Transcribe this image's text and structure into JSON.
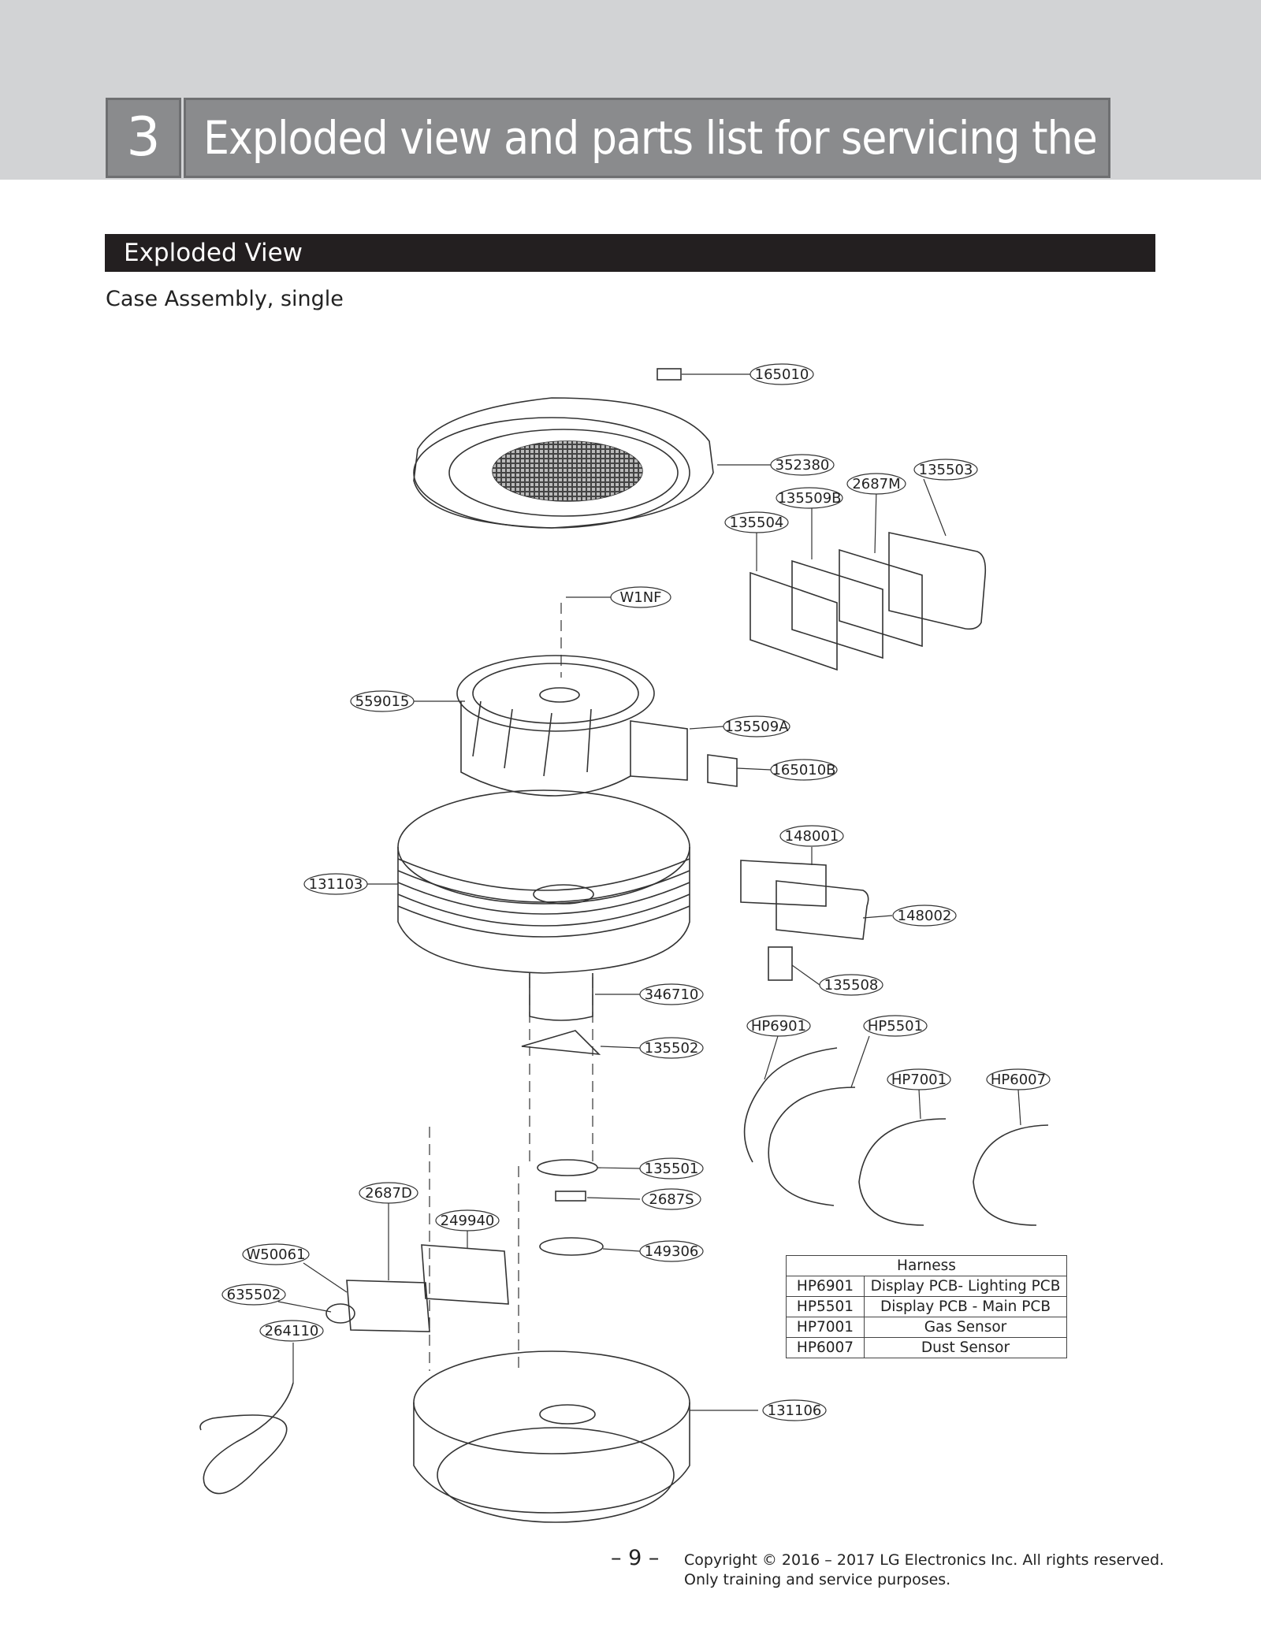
{
  "header": {
    "chapter_number": "3",
    "chapter_title": "Exploded view and parts list for servicing the product"
  },
  "section": {
    "title": "Exploded View",
    "subtitle": "Case Assembly, single"
  },
  "callouts": {
    "c165010": "165010",
    "c352380": "352380",
    "c135503": "135503",
    "c2687M": "2687M",
    "c135509B": "135509B",
    "c135504": "135504",
    "cW1NF": "W1NF",
    "c559015": "559015",
    "c135509A": "135509A",
    "c165010B": "165010B",
    "c148001": "148001",
    "c131103": "131103",
    "c148002": "148002",
    "c135508": "135508",
    "c346710": "346710",
    "cHP6901": "HP6901",
    "cHP5501": "HP5501",
    "c135502": "135502",
    "cHP7001": "HP7001",
    "cHP6007": "HP6007",
    "c135501": "135501",
    "c2687D": "2687D",
    "c2687S": "2687S",
    "c249940": "249940",
    "c149306": "149306",
    "cW50061": "W50061",
    "c635502": "635502",
    "c264110": "264110",
    "c131106": "131106"
  },
  "harness_table": {
    "title": "Harness",
    "rows": [
      {
        "code": "HP6901",
        "desc": "Display PCB- Lighting PCB"
      },
      {
        "code": "HP5501",
        "desc": "Display PCB - Main PCB"
      },
      {
        "code": "HP7001",
        "desc": "Gas Sensor"
      },
      {
        "code": "HP6007",
        "desc": "Dust Sensor"
      }
    ]
  },
  "footer": {
    "page_number": "– 9 –",
    "copyright_line1": "Copyright © 2016 – 2017 LG Electronics Inc. All rights reserved.",
    "copyright_line2": "Only training and service purposes."
  }
}
